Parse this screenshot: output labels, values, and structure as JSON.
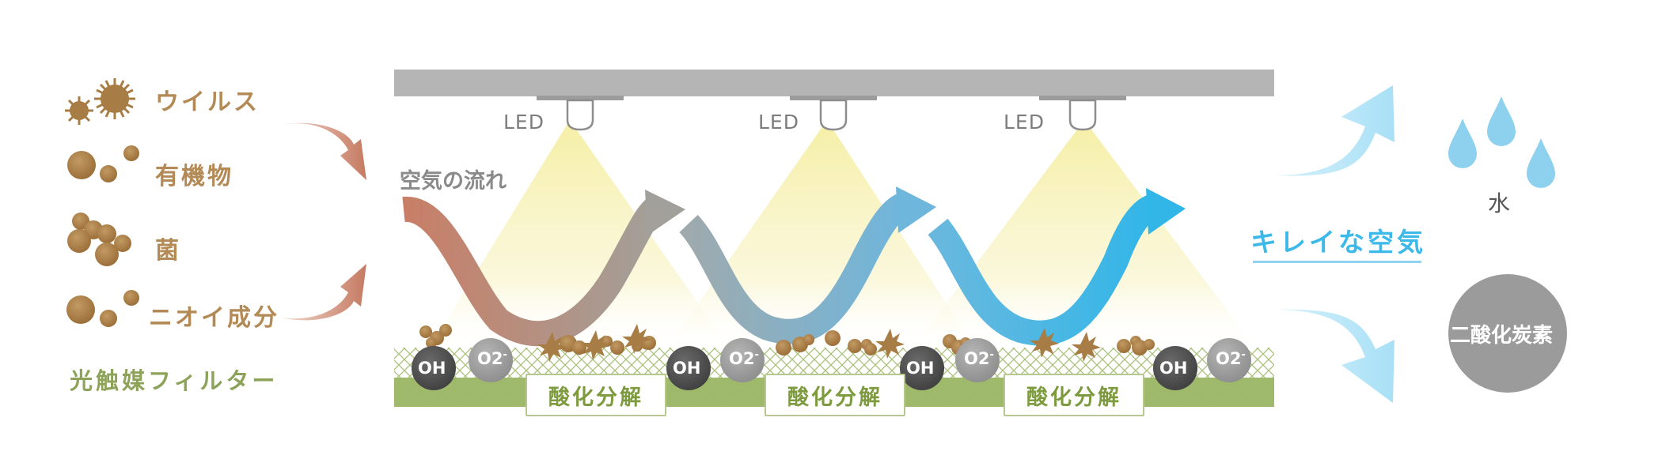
{
  "legend": {
    "virus": "ウイルス",
    "organic": "有機物",
    "bacteria": "菌",
    "odor": "ニオイ成分"
  },
  "filter_label": "光触媒フィルター",
  "led_label": "LED",
  "airflow_label": "空気の流れ",
  "molecules": {
    "oh": "OH",
    "o2": "O2",
    "o2_charge": "-"
  },
  "decomposition_label": "酸化分解",
  "clean_air_label": "キレイな空気",
  "water_label": "水",
  "co2_label": "二酸化炭素",
  "colors": {
    "particle": "#a87c45",
    "rail": "#b4b5b4",
    "light": "#f7f1a4",
    "filter": "#8faf58",
    "arrow_brown": "#c67d66",
    "arrow_grey": "#9aa6ab",
    "arrow_cyan": "#3ab4e4",
    "output_arrow": "#b7e6f7",
    "drop": "#8ed1ef",
    "co2_circle": "#9b9b9b"
  }
}
